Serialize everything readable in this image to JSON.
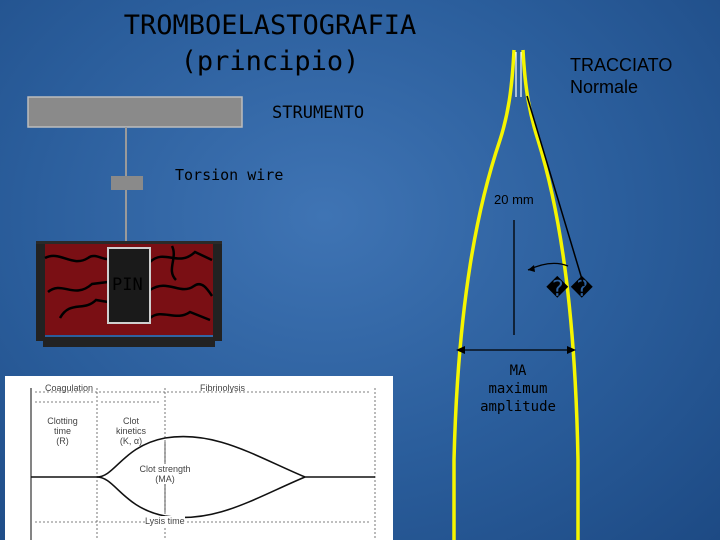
{
  "title": {
    "line1": "TROMBOELASTOGRAFIA",
    "line2": "(principio)"
  },
  "instrument": {
    "strumento_label": "STRUMENTO",
    "torsion_label": "Torsion wire",
    "pin_label": "PIN"
  },
  "tracing": {
    "tracciato_line1": "TRACCIATO",
    "tracciato_line2": "Normale",
    "mm_label": "20 mm",
    "angle_label": "��",
    "ma_line1": "MA",
    "ma_line2": "maximum",
    "ma_line3": "amplitude"
  },
  "teg_graph": {
    "coagulation": "Coagulation",
    "fibrinolysis": "Fibrinolysis",
    "clotting_time_1": "Clotting",
    "clotting_time_2": "time",
    "clotting_time_3": "(R)",
    "clot_kinetics_1": "Clot",
    "clot_kinetics_2": "kinetics",
    "clot_kinetics_3": "(K, α)",
    "clot_strength_1": "Clot strength",
    "clot_strength_2": "(MA)",
    "lysis_time": "Lysis time"
  },
  "colors": {
    "yellow_trace": "#f5f500",
    "cup_red": "#7a0f14",
    "instrument_gray": "#8a8a8a"
  }
}
